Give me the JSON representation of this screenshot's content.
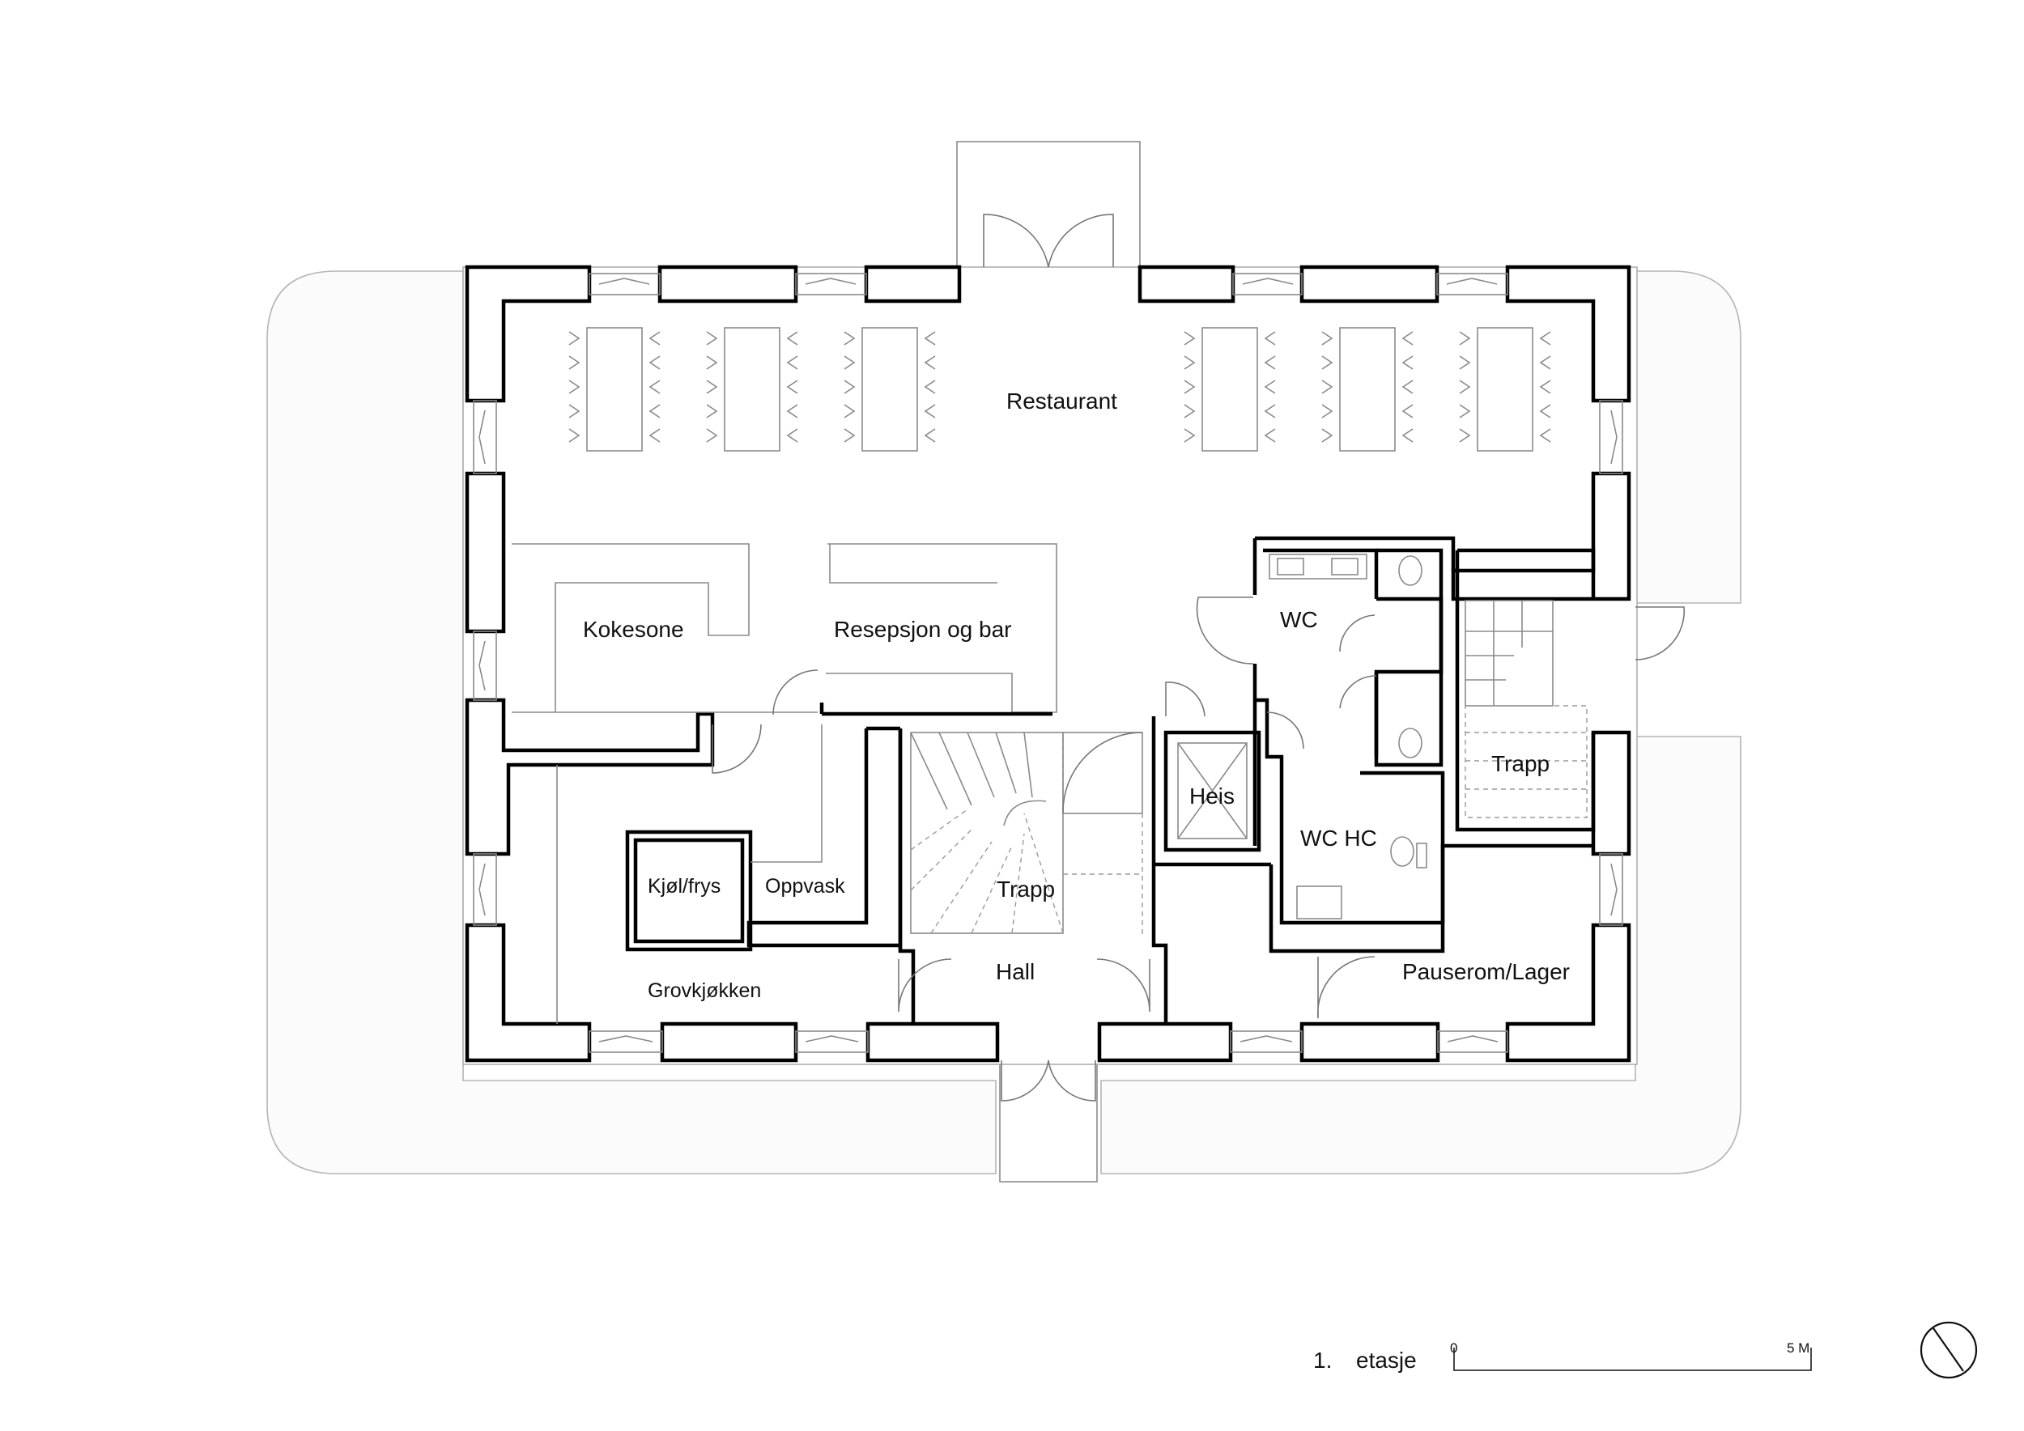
{
  "drawing": {
    "floor_number": "1.",
    "floor_name": "etasje",
    "scale_start": "0",
    "scale_end": "5 M"
  },
  "rooms": {
    "restaurant": "Restaurant",
    "kokesone": "Kokesone",
    "resepsjon": "Resepsjon og bar",
    "wc": "WC",
    "heis": "Heis",
    "wc_hc": "WC HC",
    "trapp_right": "Trapp",
    "trapp_center": "Trapp",
    "kjol": "Kjøl/frys",
    "oppvask": "Oppvask",
    "grovkjokken": "Grovkjøkken",
    "hall": "Hall",
    "pauserom": "Pauserom/Lager"
  },
  "icons": {
    "north_arrow": "north-arrow-icon"
  }
}
